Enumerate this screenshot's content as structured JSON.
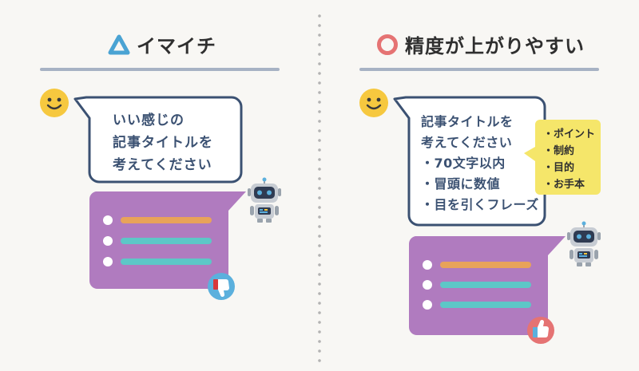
{
  "left": {
    "heading": "イマイチ",
    "prompt_lines": [
      "いい感じの",
      "記事タイトルを",
      "考えてください"
    ]
  },
  "right": {
    "heading": "精度が上がりやすい",
    "prompt_lines": [
      "記事タイトルを",
      "考えてください",
      "・70文字以内",
      "・冒頭に数値",
      "・目を引くフレーズ"
    ],
    "tip_lines": [
      "・ポイント",
      "・制約",
      "・目的",
      "・お手本"
    ]
  },
  "colors": {
    "triangle": "#4aa3d3",
    "circle": "#e57373",
    "response_bubble": "#b07bbf",
    "prompt_border": "#3b5172",
    "line_orange": "#e8a35a",
    "line_teal": "#5dc7c7",
    "tip_bg": "#f5e66a",
    "thumb_badge": "#5bb0dd"
  },
  "icons": {
    "user": "smiley-face-icon",
    "ai": "robot-icon",
    "bad": "thumbs-down-icon",
    "good": "thumbs-up-icon",
    "heading_left": "triangle-icon",
    "heading_right": "circle-icon"
  }
}
